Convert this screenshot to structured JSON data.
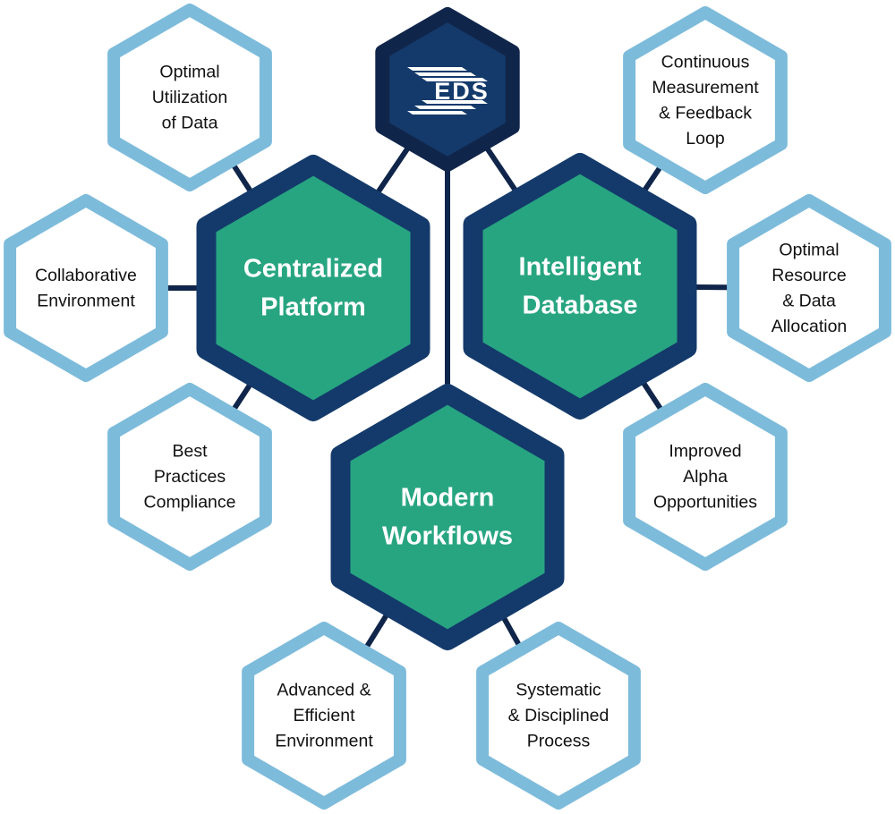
{
  "colors": {
    "core_fill": "#27a581",
    "core_border": "#143a6b",
    "logo_fill": "#143a6b",
    "logo_border": "#10254a",
    "benefit_border": "#7dbbdb",
    "benefit_fill": "#ffffff",
    "connector": "#10254a"
  },
  "logo": {
    "text": "EDS"
  },
  "core": {
    "centralized": {
      "lines": [
        "Centralized",
        "Platform"
      ]
    },
    "intelligent": {
      "lines": [
        "Intelligent",
        "Database"
      ]
    },
    "modern": {
      "lines": [
        "Modern",
        "Workflows"
      ]
    }
  },
  "benefits": {
    "optimal_utilization": {
      "lines": [
        "Optimal",
        "Utilization",
        "of Data"
      ]
    },
    "collaborative": {
      "lines": [
        "Collaborative",
        "Environment"
      ]
    },
    "best_practices": {
      "lines": [
        "Best",
        "Practices",
        "Compliance"
      ]
    },
    "continuous": {
      "lines": [
        "Continuous",
        "Measurement",
        "& Feedback",
        "Loop"
      ]
    },
    "optimal_resource": {
      "lines": [
        "Optimal",
        "Resource",
        "& Data",
        "Allocation"
      ]
    },
    "improved_alpha": {
      "lines": [
        "Improved",
        "Alpha",
        "Opportunities"
      ]
    },
    "advanced": {
      "lines": [
        "Advanced &",
        "Efficient",
        "Environment"
      ]
    },
    "systematic": {
      "lines": [
        "Systematic",
        "& Disciplined",
        "Process"
      ]
    }
  }
}
